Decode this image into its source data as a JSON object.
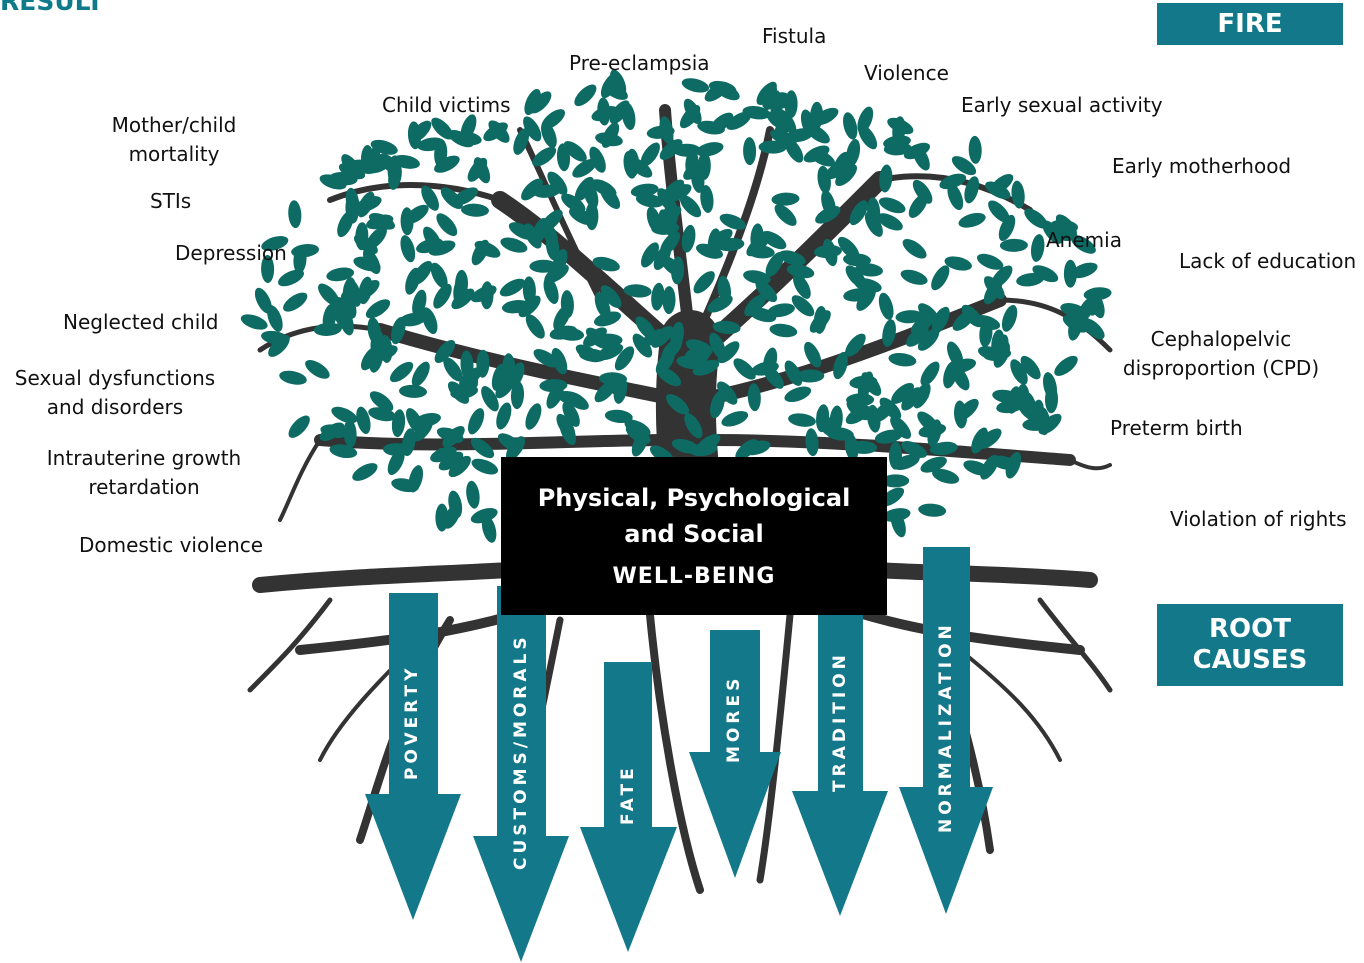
{
  "result_heading": "RESULT",
  "fire_box": "FIRE",
  "root_causes_box": [
    "ROOT",
    "CAUSES"
  ],
  "center_box": {
    "line1": "Physical, Psychological",
    "line2": "and Social",
    "line3": "WELL-BEING"
  },
  "results": {
    "fistula": "Fistula",
    "pre_eclampsia": "Pre-eclampsia",
    "violence": "Violence",
    "child_victims": "Child victims",
    "early_sexual_activity": "Early sexual activity",
    "mother_child_mortality": [
      "Mother/child",
      "mortality"
    ],
    "early_motherhood": "Early motherhood",
    "stis": "STIs",
    "depression": "Depression",
    "anemia": "Anemia",
    "lack_of_education": "Lack of education",
    "neglected_child": "Neglected child",
    "cpd": [
      "Cephalopelvic",
      "disproportion (CPD)"
    ],
    "sexual_dysfunctions": [
      "Sexual dysfunctions",
      "and disorders"
    ],
    "preterm_birth": "Preterm birth",
    "iugr": [
      "Intrauterine growth",
      "retardation"
    ],
    "violation_of_rights": "Violation of rights",
    "domestic_violence": "Domestic violence"
  },
  "root_causes": [
    "POVERTY",
    "CUSTOMS/MORALS",
    "FATE",
    "MORES",
    "TRADITION",
    "NORMALIZATION"
  ],
  "colors": {
    "teal": "#13798a",
    "leaf": "#0d6b63",
    "trunk": "#333333",
    "center_box": "#000000"
  }
}
